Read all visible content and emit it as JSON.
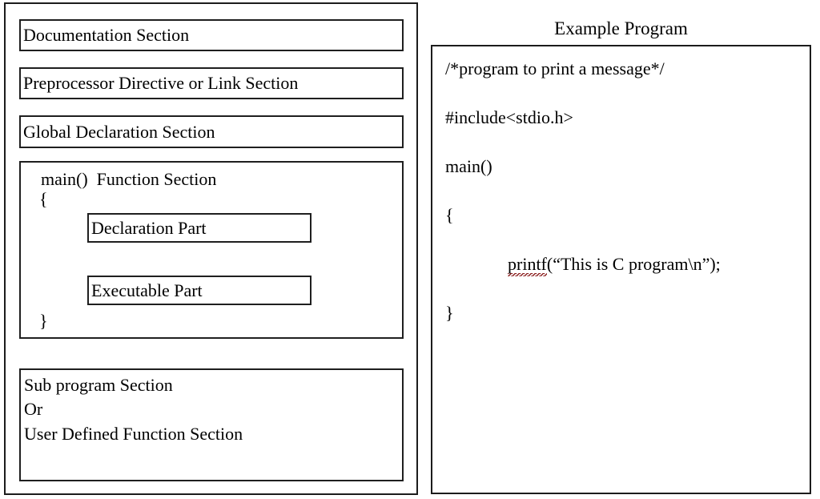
{
  "left_panel": {
    "sections": [
      {
        "id": "documentation",
        "label": "Documentation Section"
      },
      {
        "id": "preprocessor",
        "label": "Preprocessor Directive or Link Section"
      },
      {
        "id": "global_declaration",
        "label": "Global Declaration Section"
      }
    ],
    "main_function_section": {
      "heading": "main()  Function Section",
      "open_brace": "{",
      "close_brace": "}",
      "inner_boxes": [
        {
          "id": "declaration_part",
          "label": "Declaration Part"
        },
        {
          "id": "executable_part",
          "label": "Executable Part"
        }
      ]
    },
    "sub_program_section": {
      "label": "Sub program Section\nOr\nUser Defined Function Section"
    }
  },
  "right_panel": {
    "title": "Example Program",
    "code_lines": [
      {
        "text": "/*program to print a message*/",
        "indent": false,
        "misspelled": false
      },
      {
        "text": "#include<stdio.h>",
        "indent": false,
        "misspelled": false
      },
      {
        "text": "main()",
        "indent": false,
        "misspelled": false
      },
      {
        "text": "{",
        "indent": false,
        "misspelled": false
      },
      {
        "text": "printf(“This is C program\\n”);",
        "indent": true,
        "misspelled": true
      },
      {
        "text": "}",
        "indent": false,
        "misspelled": false
      }
    ],
    "misspelled_word": "printf",
    "code_after_misspelled": "(“This is C program\\n”);"
  },
  "colors": {
    "background": "#ffffff",
    "text": "#000000",
    "border": "#1f1f1f",
    "spellcheck_underline": "#8b1f1f"
  }
}
